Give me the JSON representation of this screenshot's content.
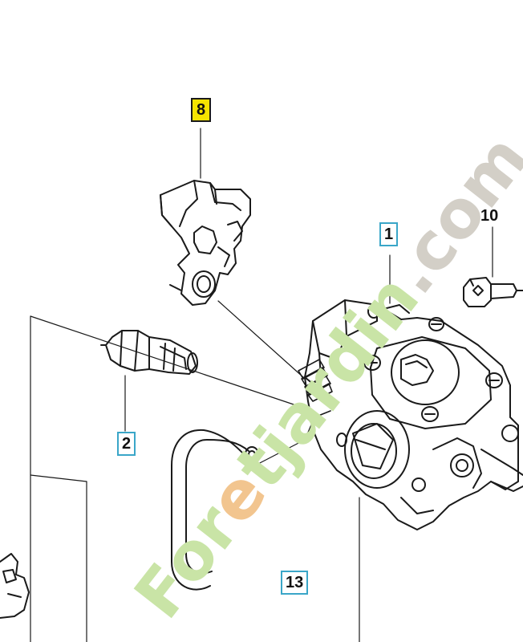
{
  "callouts": {
    "part_8": "8",
    "part_1": "1",
    "part_10": "10",
    "part_2": "2",
    "part_13": "13"
  },
  "watermark": {
    "brand_prefix": "For",
    "brand_e": "e",
    "brand_middle": "tjardin",
    "brand_suffix": ".com"
  },
  "colors": {
    "watermark_green": "#c9e4a6",
    "watermark_orange": "#f2c58f",
    "watermark_gray": "#d3cfc7",
    "callout_blue": "#3aa6c8",
    "callout_yellow": "#f5e400",
    "line_art": "#1a1a1a"
  }
}
